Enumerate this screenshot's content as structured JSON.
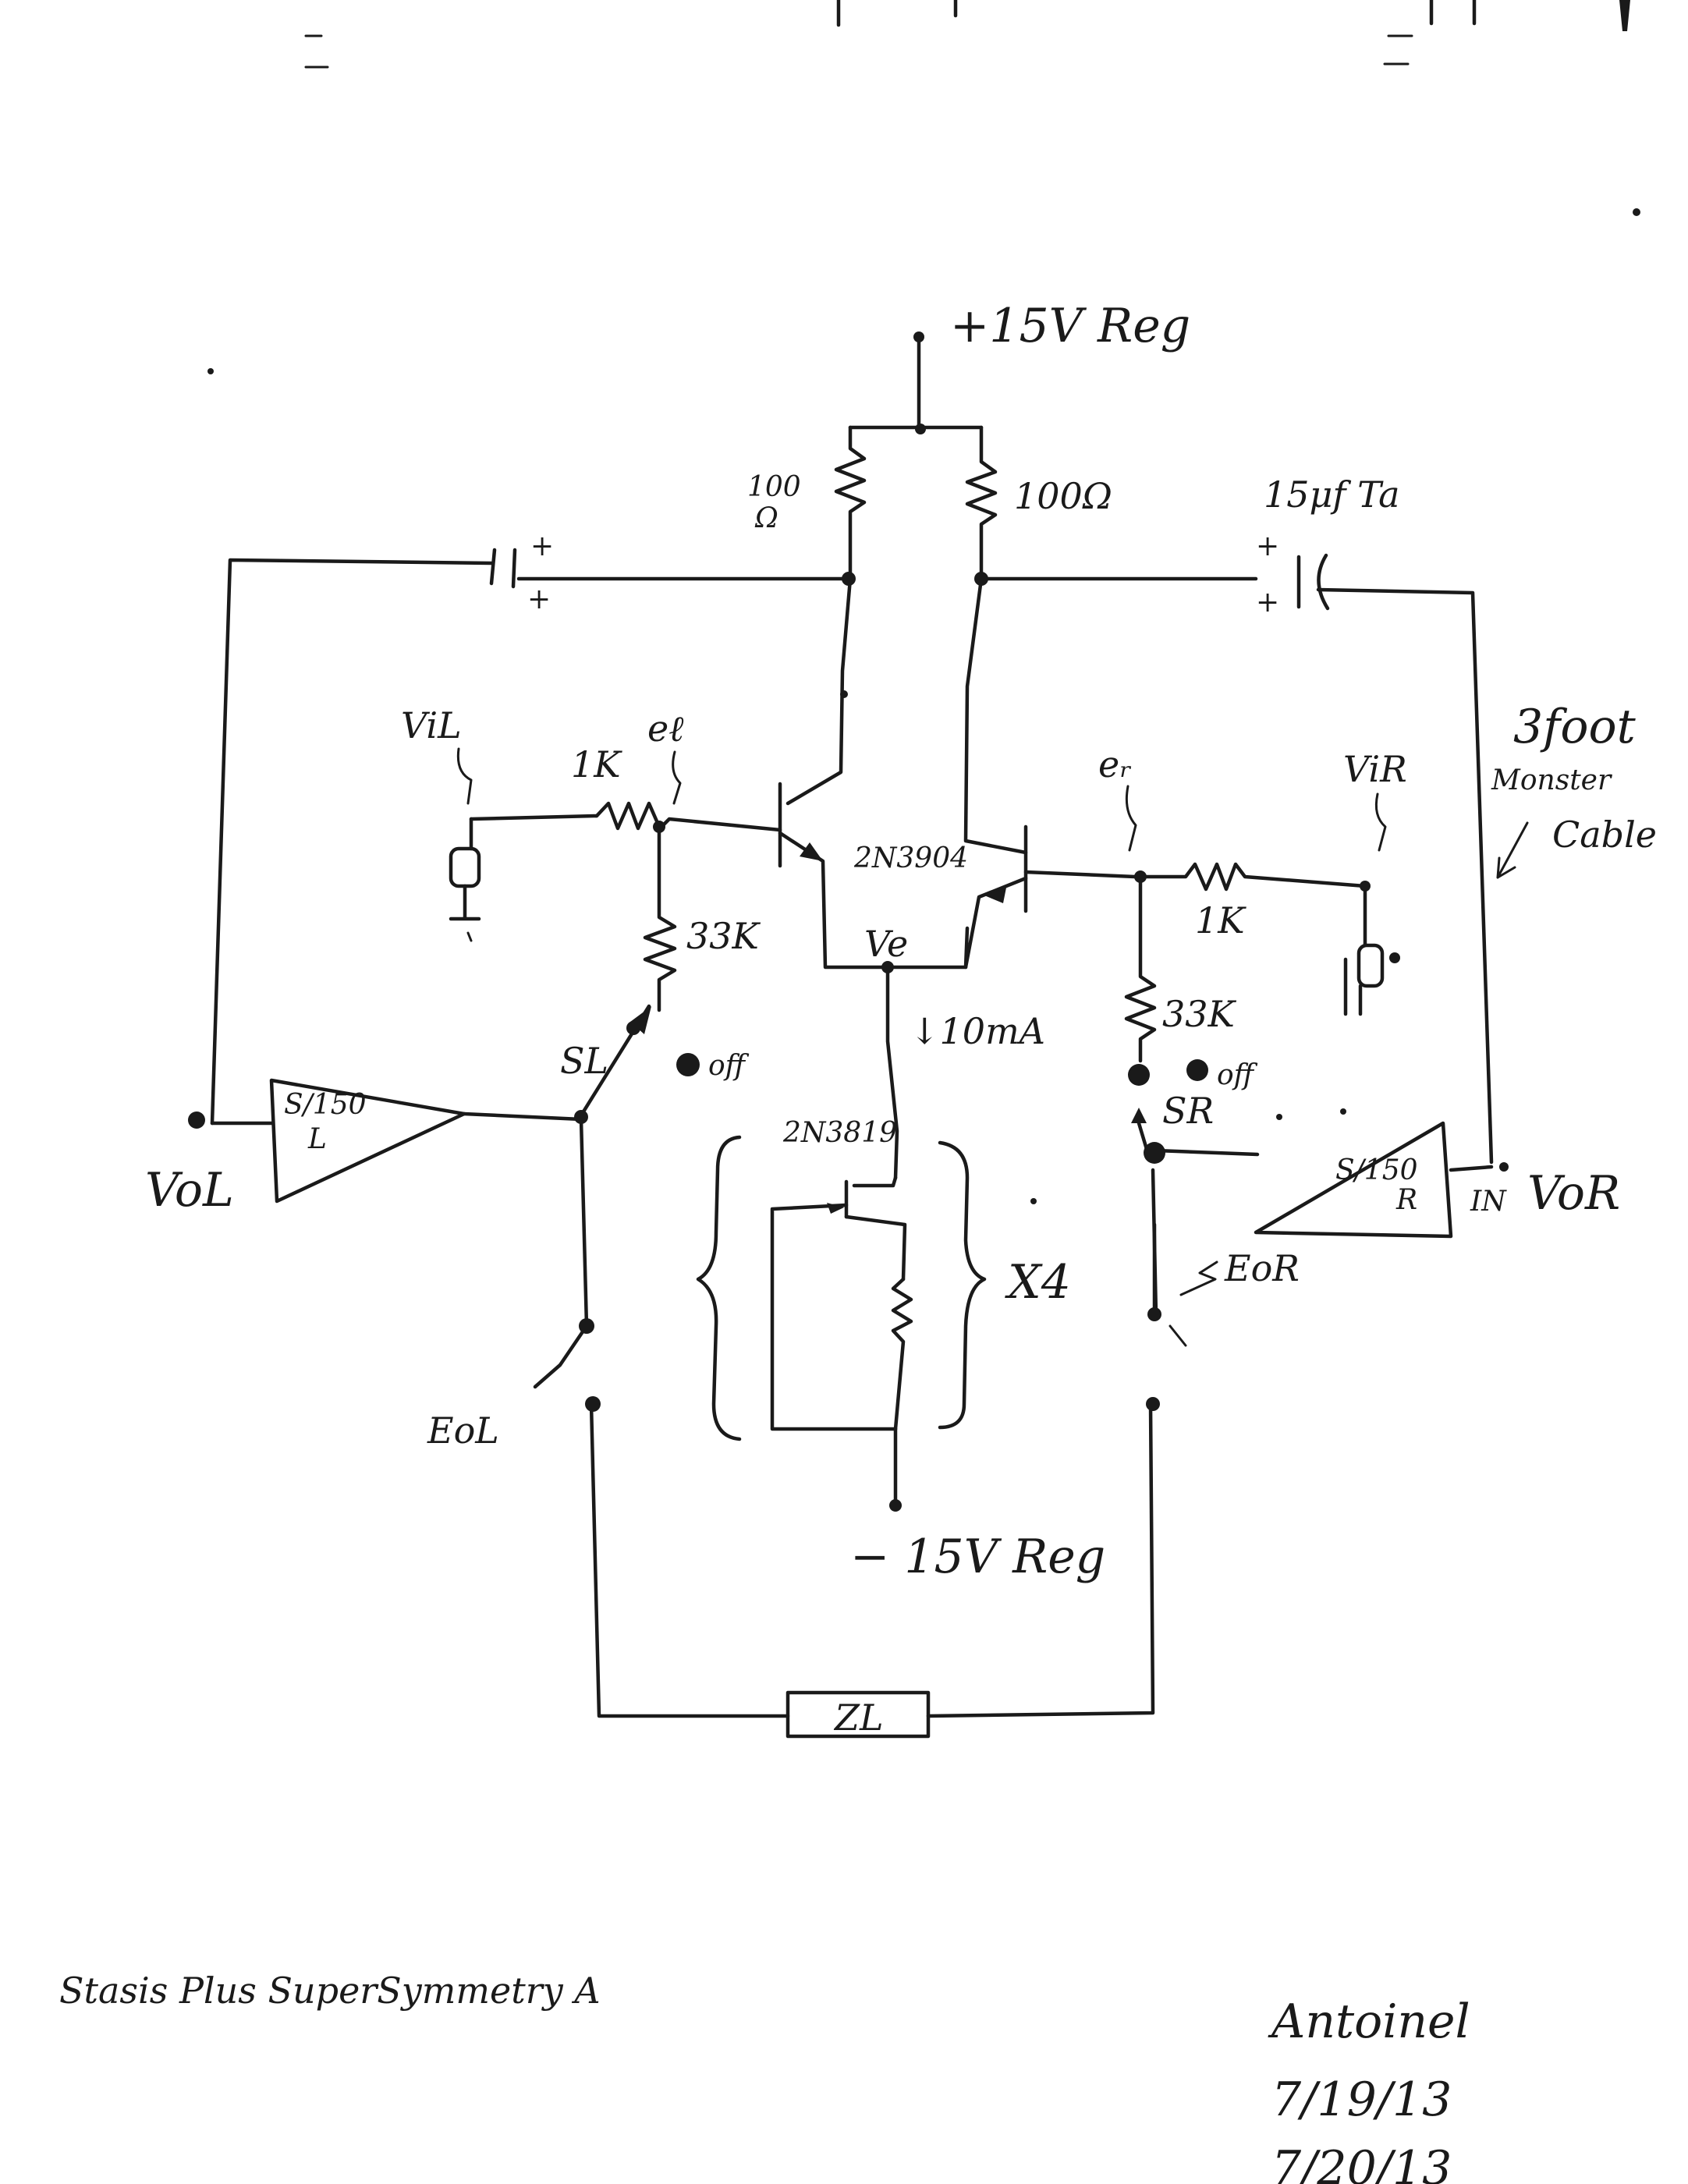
{
  "supply": {
    "positive": "+15V Reg",
    "negative": "− 15V Reg"
  },
  "resistors": {
    "r_left_top": "100",
    "r_left_top_unit": "Ω",
    "r_right_top": "100Ω",
    "r_in_left": "1K",
    "r_in_right": "1K",
    "r_bias_left": "33K",
    "r_bias_right": "33K"
  },
  "capacitors": {
    "right": "15μf Ta",
    "plus": "+"
  },
  "transistors": {
    "bjt_pair": "2N3904",
    "jfet": "2N3819"
  },
  "nodes": {
    "ve": "Ve",
    "current": "↓10mA",
    "el": "eℓ",
    "er": "eᵣ",
    "vil": "ViL",
    "vir": "ViR"
  },
  "amplifiers": {
    "left_top": "S/150",
    "left_bottom": "L",
    "right_top": "S/150",
    "right_bottom": "R",
    "in": "IN"
  },
  "switches": {
    "sl": "SL",
    "sr": "SR",
    "off_left": "off",
    "off_right": "off"
  },
  "outputs": {
    "vol": "VoL",
    "vor": "VoR",
    "eol": "EoL",
    "eor": "EoR"
  },
  "load": {
    "zl": "ZL"
  },
  "multiplier": "X4",
  "cable_note": {
    "line1": "3foot",
    "line2": "Monster",
    "line3": "Cable"
  },
  "footer": {
    "title": "Stasis Plus SuperSymmetry A",
    "signature": "Antoinel",
    "date1": "7/19/13",
    "date2": "7/20/13"
  }
}
